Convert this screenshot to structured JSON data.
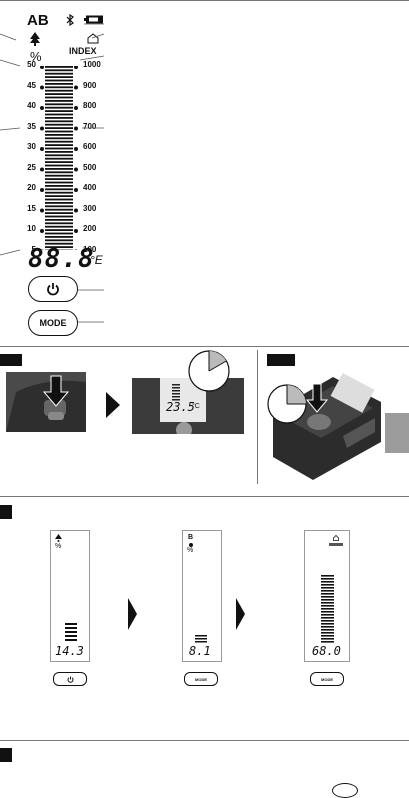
{
  "overview": {
    "lcd_ab_label": "AB",
    "lcd_percent_label": "%",
    "lcd_index_label": "INDEX",
    "lcd_digits": "88.8",
    "lcd_unit": "°E",
    "left_scale": [
      "50",
      "45",
      "40",
      "35",
      "30",
      "25",
      "20",
      "15",
      "10",
      "5"
    ],
    "right_scale": [
      "1000",
      "900",
      "800",
      "700",
      "600",
      "500",
      "400",
      "300",
      "200",
      "100"
    ],
    "mode_button_label": "MODE",
    "icons": [
      "bluetooth-icon",
      "battery-icon",
      "tree-icon",
      "house-icon",
      "power-icon"
    ]
  },
  "section_b": {
    "display_reading": "23.5",
    "display_unit": "°C"
  },
  "section_c": {
    "screens": [
      {
        "mode_letter": "",
        "unit": "%",
        "reading": "14.3",
        "button_label": ""
      },
      {
        "mode_letter": "B",
        "unit": "%",
        "reading": "8.1",
        "button_label": "MODE"
      },
      {
        "mode_letter": "",
        "unit": "",
        "reading": "68.0",
        "button_label": "MODE"
      }
    ]
  },
  "colors": {
    "tab_gray": "#9b9b9b",
    "device_dark": "#2b2b2b"
  }
}
